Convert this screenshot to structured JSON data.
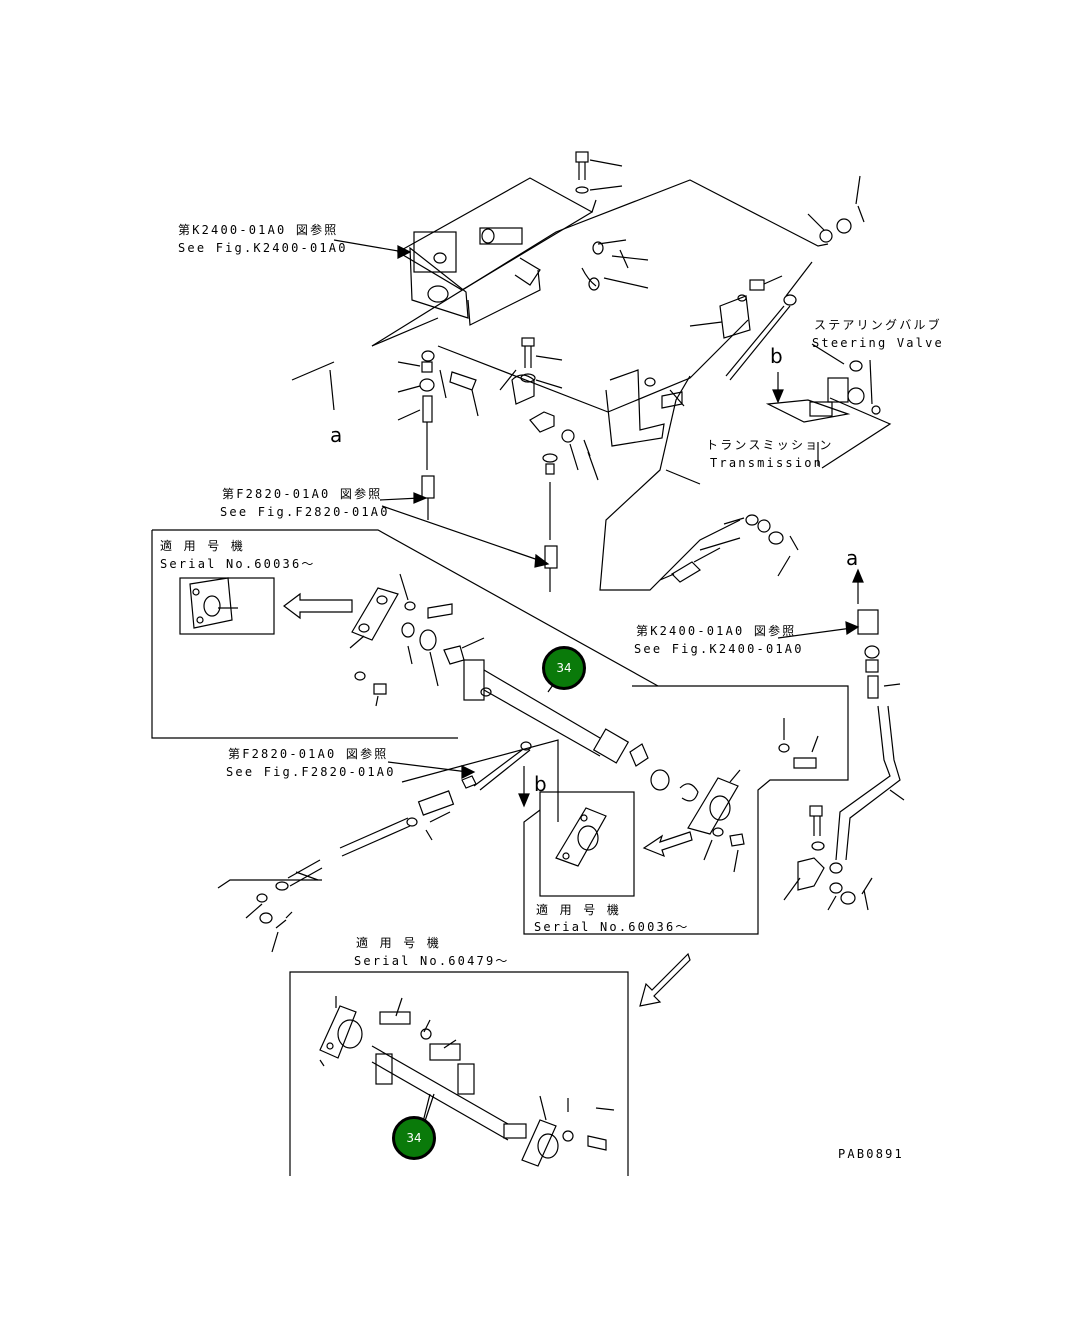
{
  "diagram": {
    "drawing_code": "PAB0891",
    "refs": {
      "k2400_top_jp": "第K2400-01A0 図参照",
      "k2400_top_en": "See Fig.K2400-01A0",
      "f2820_top_jp": "第F2820-01A0 図参照",
      "f2820_top_en": "See Fig.F2820-01A0",
      "k2400_right_jp": "第K2400-01A0 図参照",
      "k2400_right_en": "See Fig.K2400-01A0",
      "f2820_mid_jp": "第F2820-01A0 図参照",
      "f2820_mid_en": "See Fig.F2820-01A0"
    },
    "components": {
      "steering_valve_jp": "ステアリングバルブ",
      "steering_valve_en": "Steering Valve",
      "transmission_jp": "トランスミッション",
      "transmission_en": "Transmission"
    },
    "serial_boxes": [
      {
        "title_jp": "適 用 号 機",
        "serial": "Serial No.60036～"
      },
      {
        "title_jp": "適 用 号 機",
        "serial": "Serial No.60036～"
      },
      {
        "title_jp": "適 用 号 機",
        "serial": "Serial No.60479～"
      }
    ],
    "markers": {
      "a": "a",
      "b": "b"
    },
    "callouts": [
      "34",
      "34"
    ],
    "colors": {
      "callout_fill": "#0a7a0a",
      "line": "#000000"
    }
  }
}
